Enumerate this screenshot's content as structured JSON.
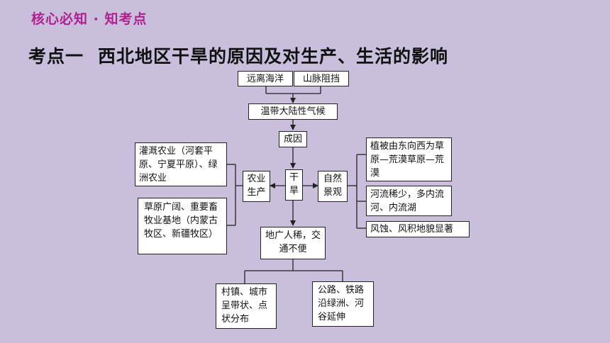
{
  "header": {
    "text": "核心必知 · 知考点"
  },
  "title": {
    "part1": "考点一",
    "part2": "西北地区干旱的原因及对生产、生活的影响"
  },
  "diagram": {
    "far_from_sea": "远离海洋",
    "mountain_block": "山脉阻挡",
    "climate": "温带大陆性气候",
    "cause": "成因",
    "drought": "干旱",
    "agri": "农业生产",
    "nature": "自然景观",
    "irrigation": "灌溉农业（河套平原、宁夏平原）、绿洲农业",
    "grassland": "草原广阔、重要畜牧业基地（内蒙古牧区、新疆牧区）",
    "vegetation": "植被由东向西为草原—荒漠草原—荒漠",
    "rivers": "河流稀少，多内流河、内流湖",
    "wind": "风蚀、风积地貌显著",
    "sparse": "地广人稀，交通不便",
    "villages": "村镇、城市呈带状、点状分布",
    "roads": "公路、铁路沿绿洲、河谷延伸"
  }
}
